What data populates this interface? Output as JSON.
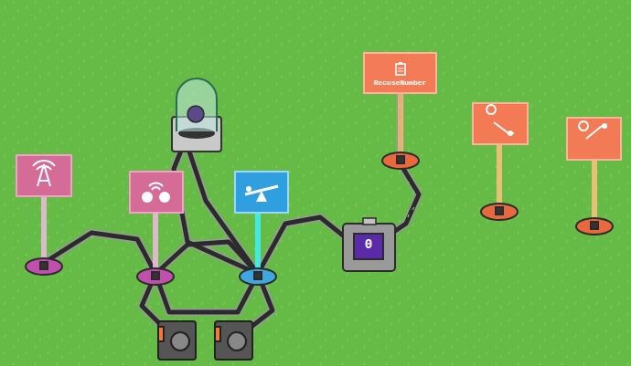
{
  "diagram": {
    "nodes": [
      {
        "text": [
          "RecuseNumber"
        ]
      },
      {
        "text": [
          "0"
        ]
      }
    ],
    "edges": [
      {
        "from": 1,
        "to": 0,
        "arrow": "none"
      }
    ]
  }
}
